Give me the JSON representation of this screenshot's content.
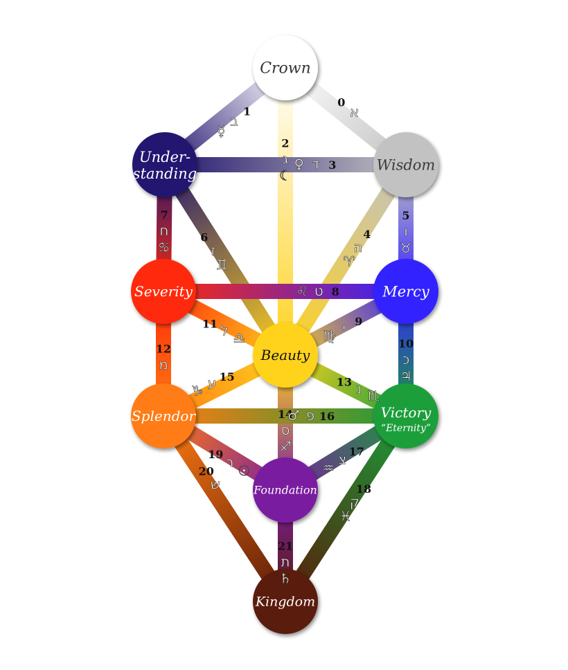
{
  "nodes": [
    {
      "id": "crown",
      "lines": [
        "Crown"
      ],
      "color": "#ffffff",
      "text_color": "#333333"
    },
    {
      "id": "wisdom",
      "lines": [
        "Wisdom"
      ],
      "color": "#c2c2c2",
      "text_color": "#3a3a3a"
    },
    {
      "id": "understanding",
      "lines": [
        "Under-",
        "standing"
      ],
      "color": "#241770",
      "text_color": "#ffffff"
    },
    {
      "id": "mercy",
      "lines": [
        "Mercy"
      ],
      "color": "#3322ff",
      "text_color": "#ffffff"
    },
    {
      "id": "severity",
      "lines": [
        "Severity"
      ],
      "color": "#ff2a0a",
      "text_color": "#ffffff"
    },
    {
      "id": "beauty",
      "lines": [
        "Beauty"
      ],
      "color": "#ffd21e",
      "text_color": "#111111"
    },
    {
      "id": "splendor",
      "lines": [
        "Splendor"
      ],
      "color": "#ff7b12",
      "text_color": "#ffffff"
    },
    {
      "id": "victory",
      "lines": [
        "Victory",
        "“Eternity”"
      ],
      "color": "#1a9e3a",
      "text_color": "#ffffff"
    },
    {
      "id": "foundation",
      "lines": [
        "Foundation"
      ],
      "color": "#7a1fa0",
      "text_color": "#ffffff"
    },
    {
      "id": "kingdom",
      "lines": [
        "Kingdom"
      ],
      "color": "#5a1a08",
      "text_color": "#ffffff"
    }
  ],
  "paths": [
    {
      "number": "0",
      "letter": "א",
      "symbol": "",
      "from": "crown",
      "to": "wisdom"
    },
    {
      "number": "1",
      "letter": "ב",
      "symbol": "☿",
      "from": "crown",
      "to": "understanding"
    },
    {
      "number": "2",
      "letter": "ג",
      "symbol": "☾",
      "from": "crown",
      "to": "beauty"
    },
    {
      "number": "3",
      "letter": "ד",
      "symbol": "♀",
      "from": "wisdom",
      "to": "understanding"
    },
    {
      "number": "4",
      "letter": "ה",
      "symbol": "♈",
      "from": "wisdom",
      "to": "beauty"
    },
    {
      "number": "5",
      "letter": "ו",
      "symbol": "♉",
      "from": "wisdom",
      "to": "mercy"
    },
    {
      "number": "6",
      "letter": "ז",
      "symbol": "♊",
      "from": "understanding",
      "to": "beauty"
    },
    {
      "number": "7",
      "letter": "ח",
      "symbol": "♋",
      "from": "understanding",
      "to": "severity"
    },
    {
      "number": "8",
      "letter": "ט",
      "symbol": "♌",
      "from": "mercy",
      "to": "severity"
    },
    {
      "number": "9",
      "letter": "י",
      "symbol": "♍",
      "from": "mercy",
      "to": "beauty"
    },
    {
      "number": "10",
      "letter": "כ",
      "symbol": "♃",
      "from": "mercy",
      "to": "victory"
    },
    {
      "number": "11",
      "letter": "ל",
      "symbol": "♎",
      "from": "severity",
      "to": "beauty"
    },
    {
      "number": "12",
      "letter": "מ",
      "symbol": "",
      "from": "severity",
      "to": "splendor"
    },
    {
      "number": "13",
      "letter": "נ",
      "symbol": "♏",
      "from": "beauty",
      "to": "victory"
    },
    {
      "number": "14",
      "letter": "ס",
      "symbol": "♐",
      "from": "beauty",
      "to": "foundation"
    },
    {
      "number": "15",
      "letter": "ע",
      "symbol": "♑",
      "from": "beauty",
      "to": "splendor"
    },
    {
      "number": "16",
      "letter": "פ",
      "symbol": "♂",
      "from": "victory",
      "to": "splendor"
    },
    {
      "number": "17",
      "letter": "צ",
      "symbol": "♒",
      "from": "victory",
      "to": "foundation"
    },
    {
      "number": "18",
      "letter": "ק",
      "symbol": "♓",
      "from": "victory",
      "to": "kingdom"
    },
    {
      "number": "19",
      "letter": "ר",
      "symbol": "☉",
      "from": "splendor",
      "to": "foundation"
    },
    {
      "number": "20",
      "letter": "ש",
      "symbol": "",
      "from": "splendor",
      "to": "kingdom"
    },
    {
      "number": "21",
      "letter": "ת",
      "symbol": "♄",
      "from": "foundation",
      "to": "kingdom"
    }
  ]
}
